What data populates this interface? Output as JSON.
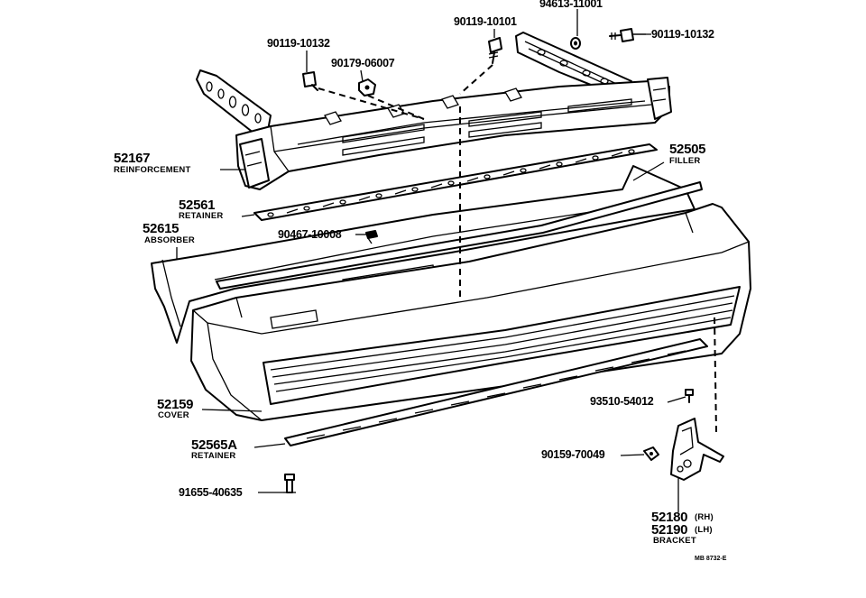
{
  "labels": {
    "p94613": "94613-11001",
    "p90119_top": "90119-10101",
    "p90119_right": "90119-10132",
    "p90119_left": "90119-10132",
    "p90179": "90179-06007",
    "p52167": "52167",
    "p52167_name": "REINFORCEMENT",
    "p52505": "52505",
    "p52505_name": "FILLER",
    "p52561": "52561",
    "p52561_name": "RETAINER",
    "p52615": "52615",
    "p52615_name": "ABSORBER",
    "p90467": "90467-10008",
    "p52159": "52159",
    "p52159_name": "COVER",
    "p93510": "93510-54012",
    "p52565A": "52565A",
    "p52565A_name": "RETAINER",
    "p90159": "90159-70049",
    "p91655": "91655-40635",
    "p52180": "52180",
    "p52180_side": "(RH)",
    "p52190": "52190",
    "p52190_side": "(LH)",
    "bracket_name": "BRACKET",
    "ref_code": "MB  8732-E"
  }
}
